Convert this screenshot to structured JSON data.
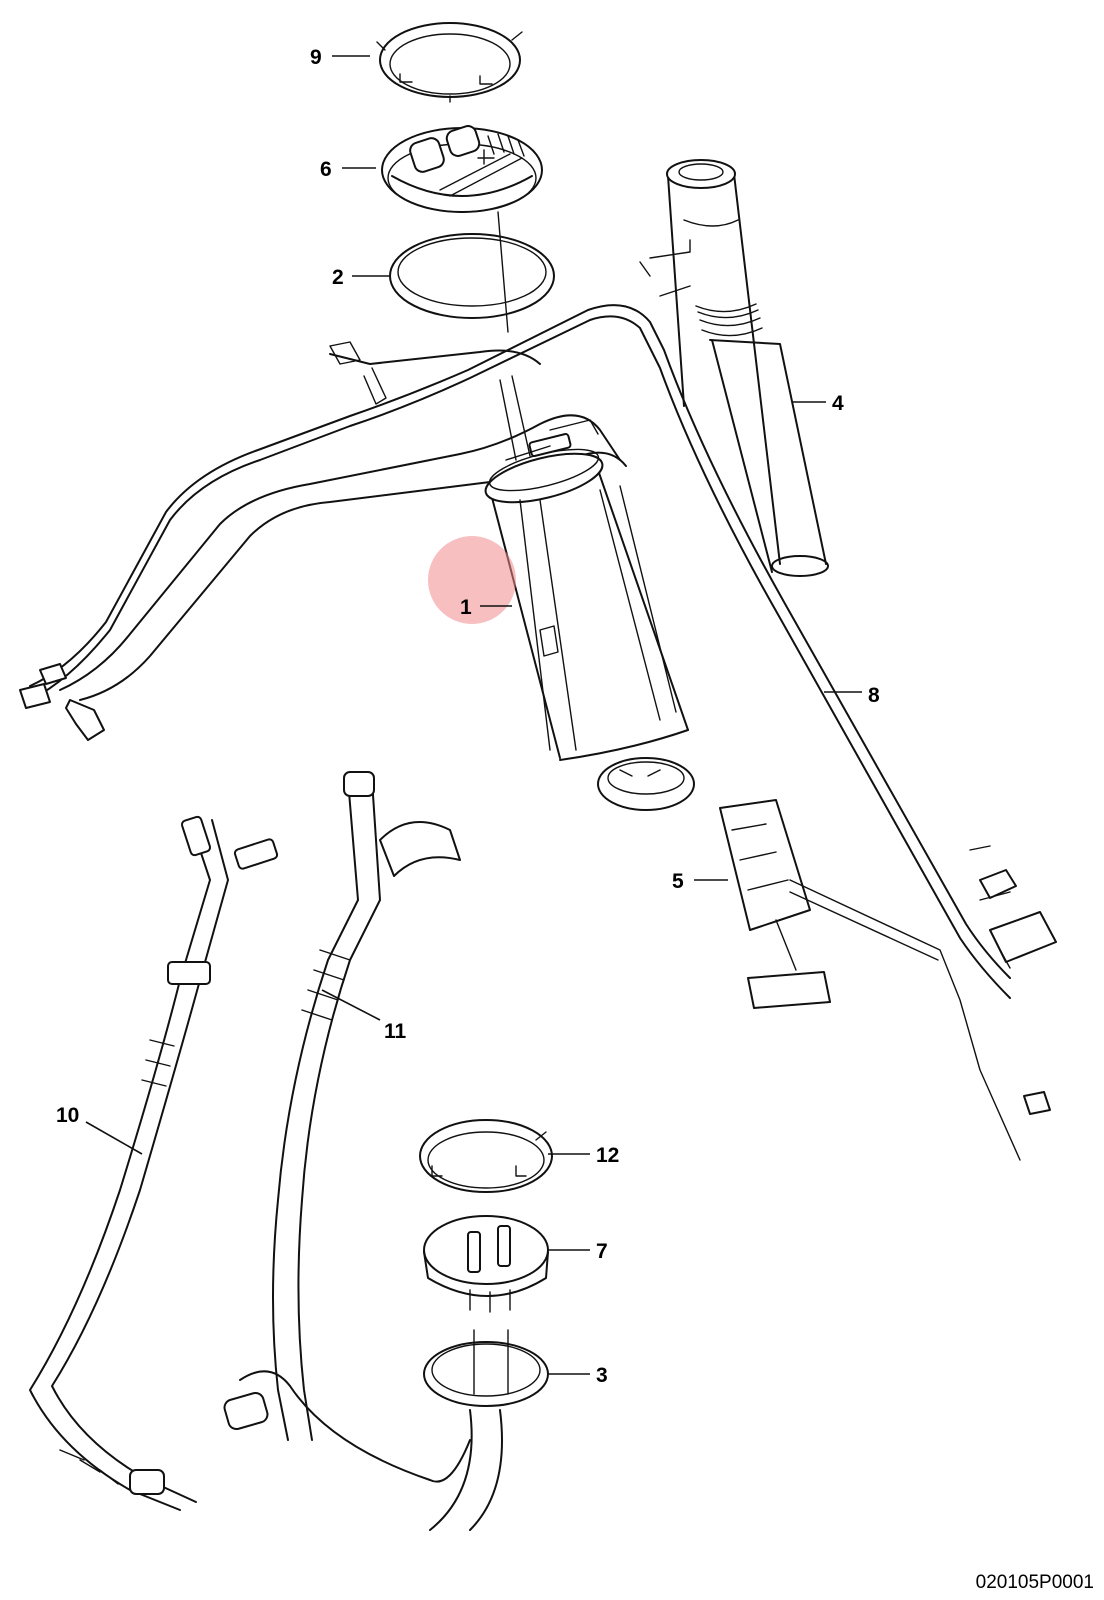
{
  "diagram": {
    "callouts": {
      "c1": "1",
      "c2": "2",
      "c3": "3",
      "c4": "4",
      "c5": "5",
      "c6": "6",
      "c7": "7",
      "c8": "8",
      "c9": "9",
      "c10": "10",
      "c11": "11",
      "c12": "12"
    },
    "document_id": "020105P0001",
    "highlight_color": "#f08a8a"
  }
}
